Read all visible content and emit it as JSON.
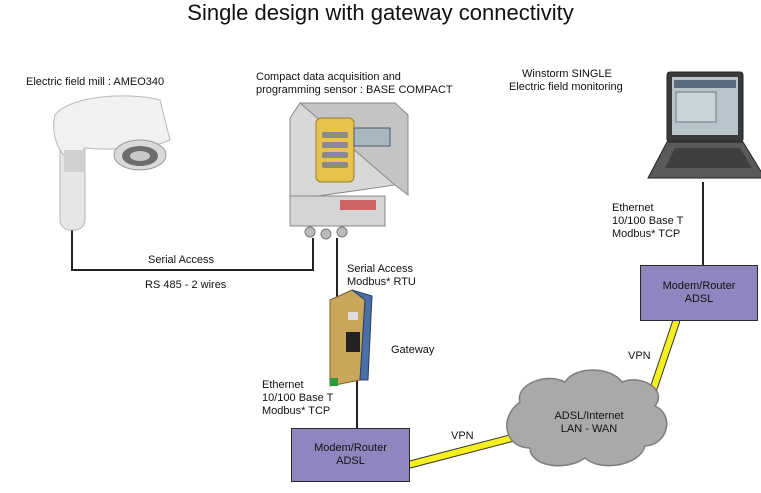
{
  "title": "Single design with gateway connectivity",
  "devices": {
    "field_mill": {
      "label": "Electric field mill : AMEO340"
    },
    "data_acq": {
      "label_line1": "Compact data acquisition and",
      "label_line2": "programming sensor : BASE COMPACT"
    },
    "winstorm": {
      "label_line1": "Winstorm SINGLE",
      "label_line2": "Electric field monitoring"
    },
    "gateway": {
      "label": "Gateway"
    }
  },
  "links": {
    "serial_top": "Serial Access",
    "serial_bottom": "RS 485 - 2 wires",
    "gateway_serial_line1": "Serial Access",
    "gateway_serial_line2": "Modbus*  RTU",
    "eth_left_line1": "Ethernet",
    "eth_left_line2": "10/100 Base T",
    "eth_left_line3": "Modbus* TCP",
    "eth_right_line1": "Ethernet",
    "eth_right_line2": "10/100 Base T",
    "eth_right_line3": "Modbus* TCP",
    "vpn_left": "VPN",
    "vpn_right": "VPN"
  },
  "modem_left": {
    "line1": "Modem/Router",
    "line2": "ADSL"
  },
  "modem_right": {
    "line1": "Modem/Router",
    "line2": "ADSL"
  },
  "cloud": {
    "line1": "ADSL/Internet",
    "line2": "LAN - WAN"
  },
  "colors": {
    "router": "#8e87bf",
    "vpn": "#f4ef1e",
    "cloud": "#a9a9a9",
    "cable": "#222222"
  }
}
